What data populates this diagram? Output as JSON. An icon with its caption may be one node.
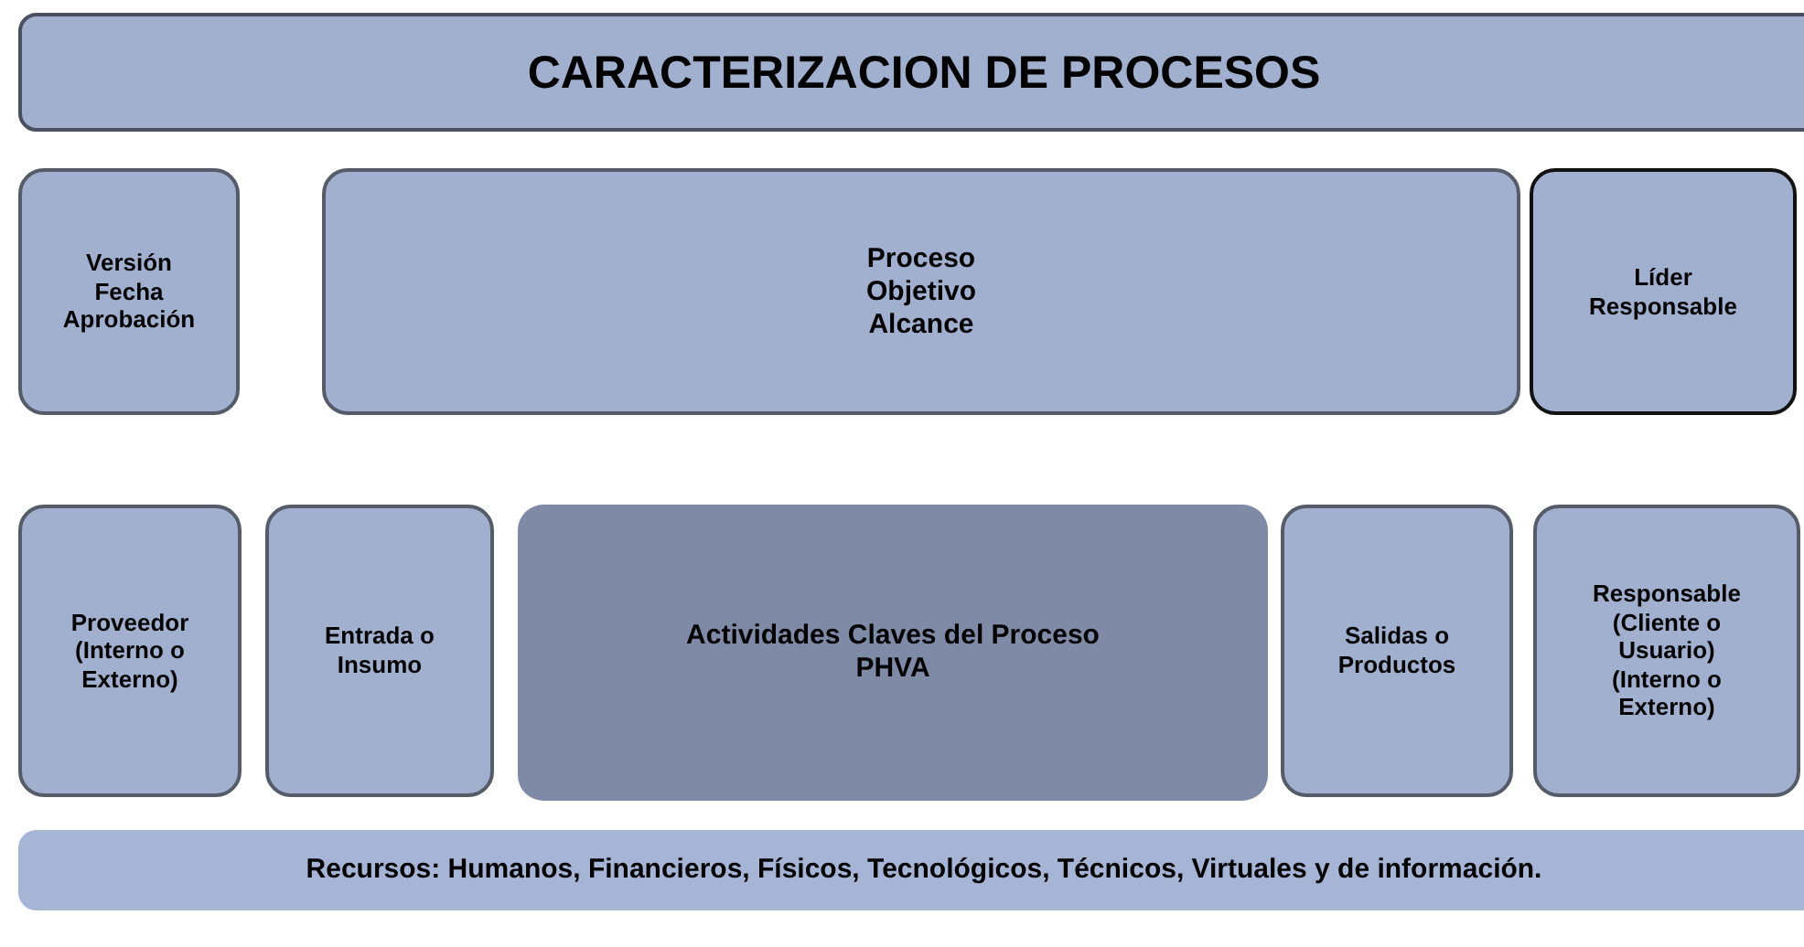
{
  "diagram": {
    "nodes": [
      {
        "text": [
          "CARACTERIZACION DE PROCESOS"
        ]
      },
      {
        "text": [
          "Versión",
          "Fecha",
          "Aprobación"
        ]
      },
      {
        "text": [
          "Proceso",
          "Objetivo",
          "Alcance"
        ]
      },
      {
        "text": [
          "Líder",
          "Responsable"
        ]
      },
      {
        "text": [
          "Proveedor (Interno o Externo)"
        ]
      },
      {
        "text": [
          "Entrada o Insumo"
        ]
      },
      {
        "text": [
          "Actividades Claves del Proceso",
          "PHVA"
        ]
      },
      {
        "text": [
          "Salidas o Productos"
        ]
      },
      {
        "text": [
          "Responsable (Cliente o Usuario) (Interno o Externo)"
        ]
      },
      {
        "text": [
          "Recursos: Humanos, Financieros, Físicos, Tecnológicos, Técnicos, Virtuales y de información."
        ]
      }
    ],
    "edges": []
  }
}
